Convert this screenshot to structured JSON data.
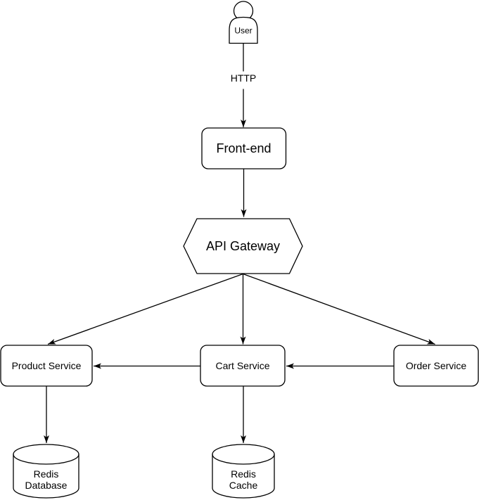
{
  "diagram": {
    "colors": {
      "stroke": "#000000",
      "shape_fill": "#ffffff",
      "text": "#000000",
      "background": "#ffffff"
    },
    "nodes": {
      "user": {
        "label": "User",
        "shape": "actor"
      },
      "frontend": {
        "label": "Front-end",
        "shape": "rounded-rectangle"
      },
      "api_gateway": {
        "label": "API Gateway",
        "shape": "hexagon"
      },
      "product_service": {
        "label": "Product Service",
        "shape": "rounded-rectangle"
      },
      "cart_service": {
        "label": "Cart Service",
        "shape": "rounded-rectangle"
      },
      "order_service": {
        "label": "Order Service",
        "shape": "rounded-rectangle"
      },
      "redis_database": {
        "label": "Redis Database",
        "label_line1": "Redis",
        "label_line2": "Database",
        "shape": "cylinder"
      },
      "redis_cache": {
        "label": "Redis Cache",
        "label_line1": "Redis",
        "label_line2": "Cache",
        "shape": "cylinder"
      }
    },
    "edges": [
      {
        "from": "user",
        "to": "frontend",
        "label": "HTTP"
      },
      {
        "from": "frontend",
        "to": "api_gateway",
        "label": ""
      },
      {
        "from": "api_gateway",
        "to": "product_service",
        "label": ""
      },
      {
        "from": "api_gateway",
        "to": "cart_service",
        "label": ""
      },
      {
        "from": "api_gateway",
        "to": "order_service",
        "label": ""
      },
      {
        "from": "cart_service",
        "to": "product_service",
        "label": ""
      },
      {
        "from": "order_service",
        "to": "cart_service",
        "label": ""
      },
      {
        "from": "product_service",
        "to": "redis_database",
        "label": ""
      },
      {
        "from": "cart_service",
        "to": "redis_cache",
        "label": ""
      }
    ]
  }
}
